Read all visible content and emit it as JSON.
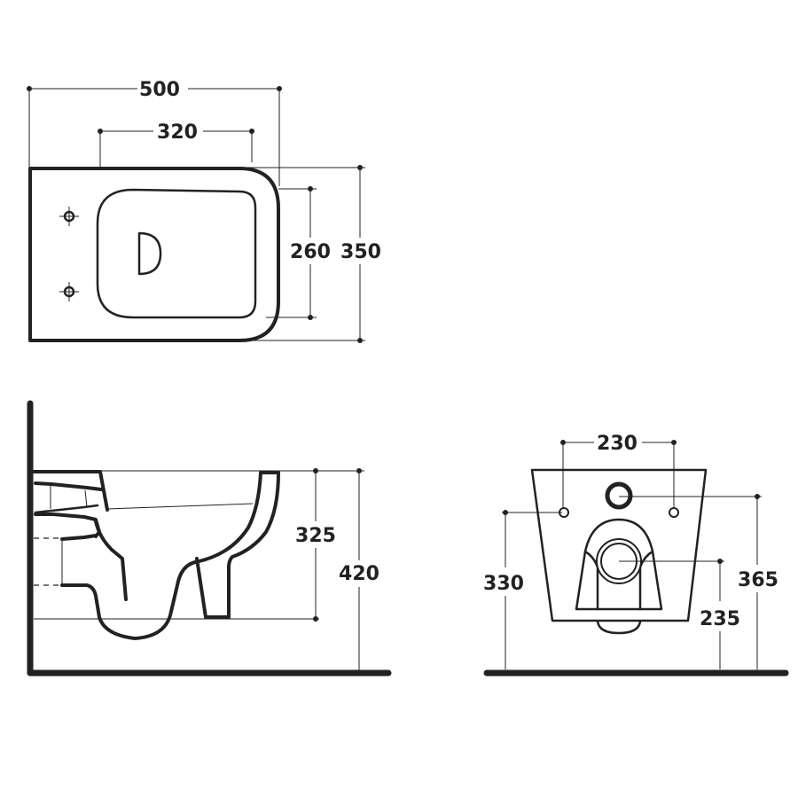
{
  "drawing": {
    "type": "technical-dimension-drawing",
    "subject": "wall-hung toilet",
    "units": "mm",
    "colors": {
      "line": "#222222",
      "background": "#ffffff"
    }
  },
  "views": {
    "top": {
      "name": "top view",
      "dimensions": {
        "overall_length": "500",
        "fixing_span": "320",
        "bowl_opening_width": "260",
        "overall_width": "350"
      }
    },
    "side": {
      "name": "side view",
      "dimensions": {
        "bowl_height": "325",
        "rim_height": "420"
      }
    },
    "rear": {
      "name": "rear view",
      "dimensions": {
        "fixing_hole_spacing": "230",
        "fixing_hole_height": "330",
        "inlet_height": "365",
        "outlet_height": "235"
      }
    }
  }
}
